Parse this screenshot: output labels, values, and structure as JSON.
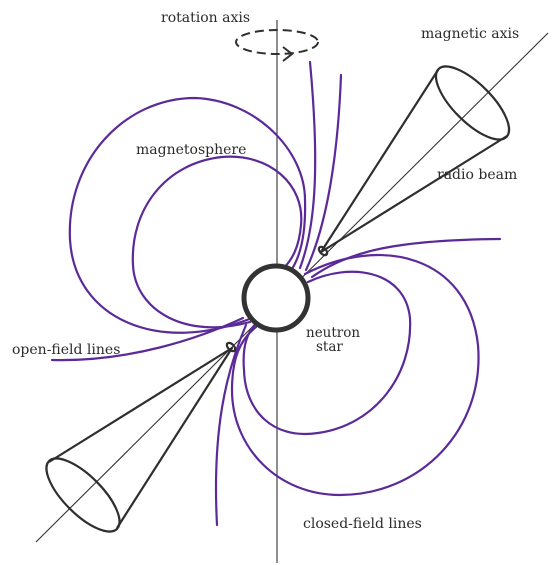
{
  "labels": {
    "rotation_axis": "rotation axis",
    "magnetic_axis": "magnetic axis",
    "magnetosphere": "magnetosphere",
    "radio_beam": "radio beam",
    "open_field_lines": "open-field lines",
    "neutron_star_line1": "neutron",
    "neutron_star_line2": "star",
    "closed_field_lines": "closed-field lines"
  },
  "colors": {
    "field_lines": "#5b2a98",
    "outline": "#333333",
    "background": "#ffffff"
  }
}
